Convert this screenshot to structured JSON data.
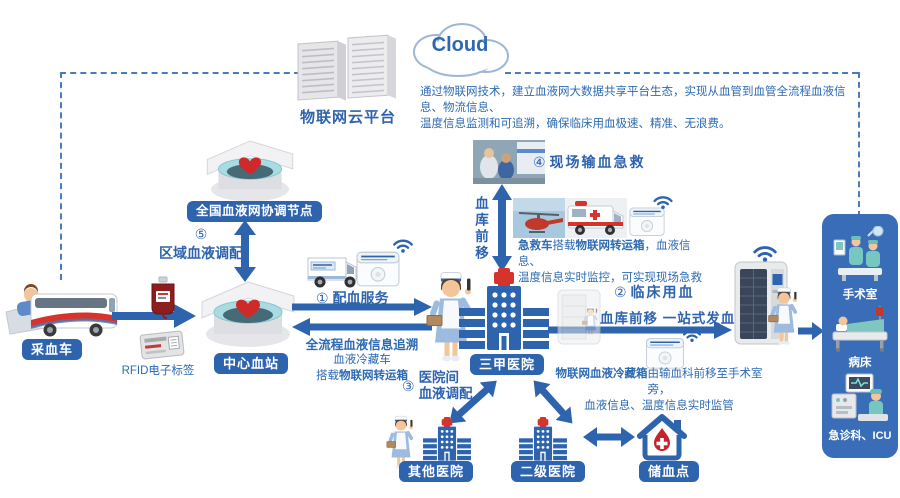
{
  "colors": {
    "accent_blue": "#2e63ae",
    "text_blue": "#2c6ab2",
    "red": "#d6332c",
    "panel_blue": "#3a6db8",
    "dash_blue": "#4a7bbf",
    "teal": "#a9dce2"
  },
  "icons": {
    "wifi-icon": "arcs",
    "heart-icon": "♥",
    "red-cross-icon": "✚",
    "blood-drop-icon": "drop",
    "cloud-icon": "cloud",
    "server-rack-icon": "racks"
  },
  "cloud": {
    "label": "Cloud",
    "platform_label": "物联网云平台",
    "desc_line1": "通过物联网技术，建立血液网大数据共享平台生态，实现从血管到血管全流程血液信息、物流信息、",
    "desc_line2": "温度信息监测和可追溯，确保临床用血极速、精准、无浪费。"
  },
  "nodes": {
    "national_node": {
      "label": "全国血液网协调节点"
    },
    "collection_bus": {
      "label": "采血车"
    },
    "rfid": {
      "label": "RFID电子标签"
    },
    "central_station": {
      "label": "中心血站"
    },
    "tertiary_hospital": {
      "label": "三甲医院"
    },
    "other_hospital": {
      "label": "其他医院"
    },
    "secondary_hospital": {
      "label": "二级医院"
    },
    "storage_point": {
      "label": "储血点"
    }
  },
  "steps": {
    "step1": {
      "num": "①",
      "label": "配血服务"
    },
    "step2": {
      "num": "②",
      "label": "临床用血",
      "sub": "血库前移 一站式发血"
    },
    "step3": {
      "num": "③",
      "line1": "医院间",
      "line2": "血液调配"
    },
    "step4": {
      "num": "④",
      "label": "现场输血急救"
    },
    "step5": {
      "num": "⑤",
      "label": "区域血液调配"
    }
  },
  "annotations": {
    "trace": "全流程血液信息追溯",
    "cold_truck_line1": "血液冷藏车",
    "cold_truck_line2_pre": "搭载",
    "cold_truck_line2_bold": "物联网转运箱",
    "ambulance_bold1": "急救车",
    "ambulance_mid": "搭载",
    "ambulance_bold2": "物联网转运箱",
    "ambulance_rest": "，血液信息、",
    "ambulance_line2": "温度信息实时监控，可实现现场急救",
    "blood_bank_forward": "血库前移",
    "fridge_bold": "物联网血液冷藏箱",
    "fridge_rest": "由输血科前移至手术室旁，",
    "fridge_line2": "血液信息、温度信息实时监管"
  },
  "right_panel": {
    "items": [
      {
        "label": "手术室"
      },
      {
        "label": "病床"
      },
      {
        "label": "急诊科、ICU"
      }
    ]
  }
}
